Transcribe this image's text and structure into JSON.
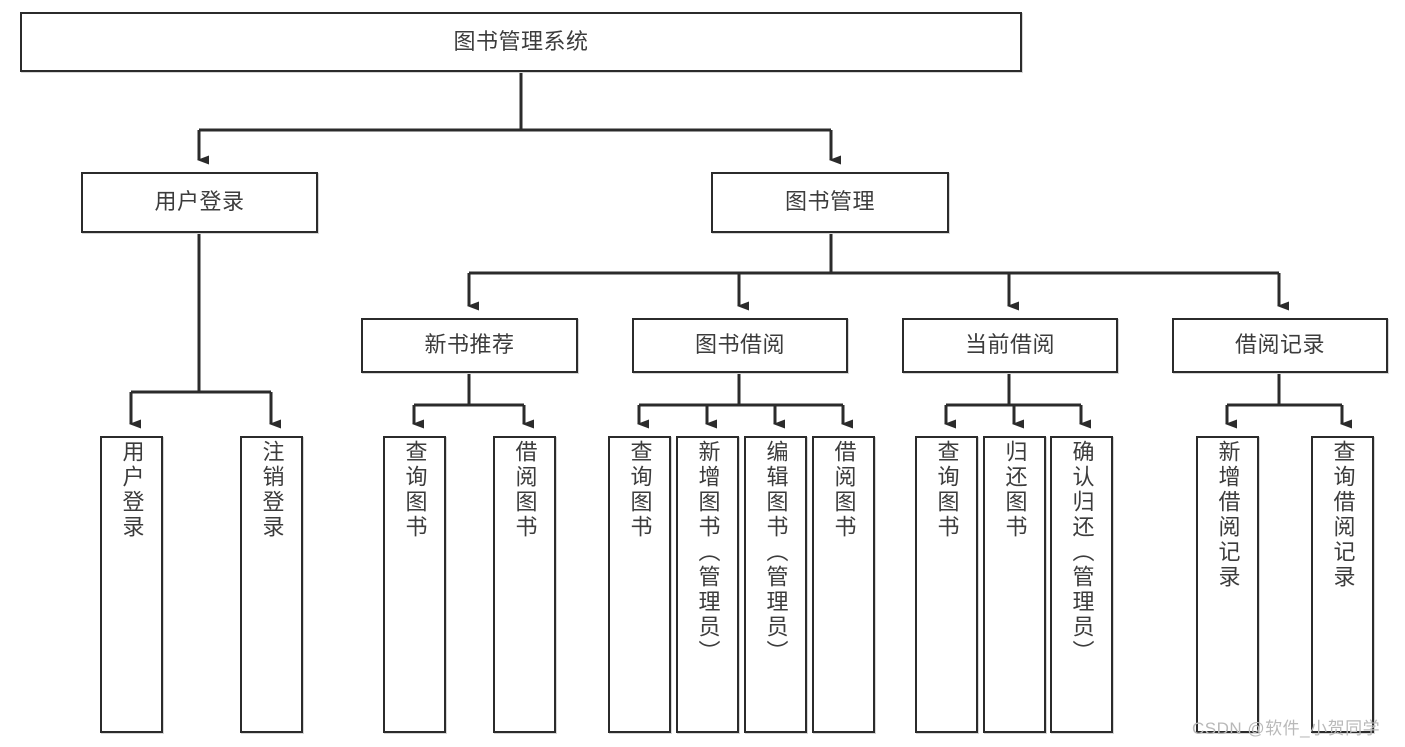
{
  "diagram": {
    "type": "tree-hierarchy",
    "title": "图书管理系统",
    "orientation": "top-down",
    "colors": {
      "box_border": "#2b2b2b",
      "box_fill": "#ffffff",
      "text": "#3c3c3c",
      "connector": "#2b2b2b",
      "watermark": "#b9b9b9",
      "background": "#ffffff"
    },
    "levels": {
      "root": {
        "label": "图书管理系统"
      },
      "level2": [
        {
          "label": "用户登录"
        },
        {
          "label": "图书管理"
        }
      ],
      "level3": [
        {
          "label": "新书推荐"
        },
        {
          "label": "图书借阅"
        },
        {
          "label": "当前借阅"
        },
        {
          "label": "借阅记录"
        }
      ],
      "leaves_user_login": [
        {
          "label": "用户登录"
        },
        {
          "label": "注销登录"
        }
      ],
      "leaves_new_book": [
        {
          "label": "查询图书"
        },
        {
          "label": "借阅图书"
        }
      ],
      "leaves_borrow": [
        {
          "label": "查询图书"
        },
        {
          "label": "新增图书（管理员）"
        },
        {
          "label": "编辑图书（管理员）"
        },
        {
          "label": "借阅图书"
        }
      ],
      "leaves_current": [
        {
          "label": "查询图书"
        },
        {
          "label": "归还图书"
        },
        {
          "label": "确认归还（管理员）"
        }
      ],
      "leaves_records": [
        {
          "label": "新增借阅记录"
        },
        {
          "label": "查询借阅记录"
        }
      ]
    }
  },
  "watermark": {
    "text": "CSDN @软件_小贺同学"
  }
}
